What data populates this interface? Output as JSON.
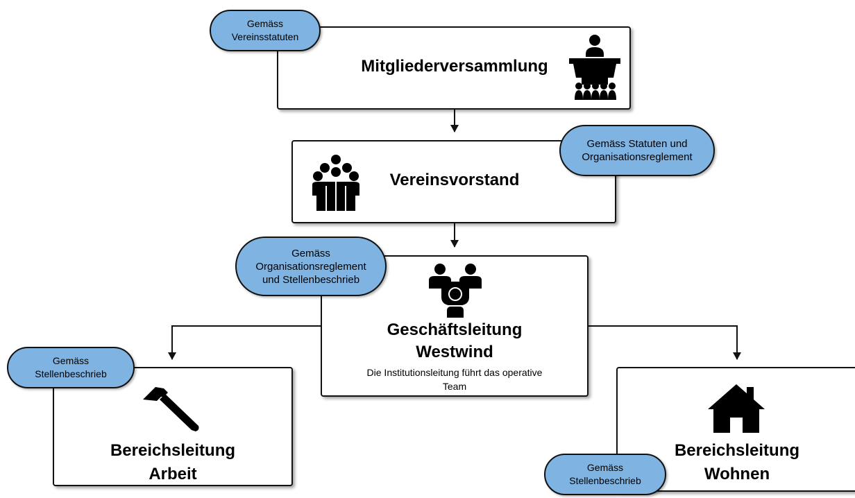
{
  "colors": {
    "tag_fill": "#7fb3e2",
    "stroke": "#111111",
    "box_fill": "#ffffff"
  },
  "nodes": {
    "mitgliederversammlung": {
      "title": "Mitgliederversammlung",
      "icon": "podium-audience-icon",
      "tag": "Gemäss\nVereinsstatuten"
    },
    "vereinsvorstand": {
      "title": "Vereinsvorstand",
      "icon": "group-icon",
      "tag": "Gemäss Statuten und\nOrganisationsreglement"
    },
    "geschaeftsleitung": {
      "title_line1": "Geschäftsleitung",
      "title_line2": "Westwind",
      "subtitle_line1": "Die Institutionsleitung führt das operative",
      "subtitle_line2": "Team",
      "icon": "team-leader-icon",
      "tag": "Gemäss\nOrganisationsreglement\nund Stellenbeschrieb"
    },
    "arbeit": {
      "title_line1": "Bereichsleitung",
      "title_line2": "Arbeit",
      "icon": "hammer-icon",
      "tag": "Gemäss\nStellenbeschrieb"
    },
    "wohnen": {
      "title_line1": "Bereichsleitung",
      "title_line2": "Wohnen",
      "icon": "house-icon",
      "tag": "Gemäss\nStellenbeschrieb"
    }
  }
}
